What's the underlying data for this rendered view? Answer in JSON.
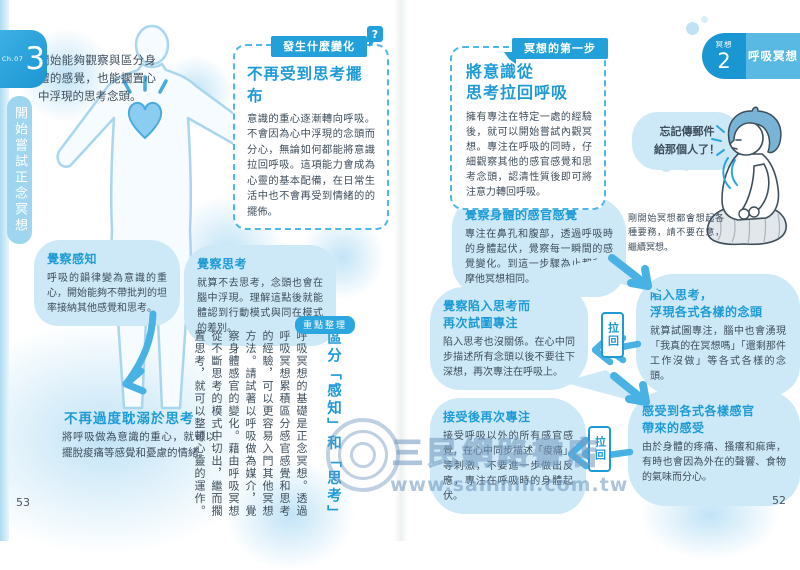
{
  "colors": {
    "primary_blue": "#1e9bd6",
    "pill_blue": "#21a0da",
    "tab_dark_blue": "#1a96d2",
    "tab_light_blue": "#5ab9e3",
    "bubble_blue": "#cde9f7",
    "body_text": "#3e4e5c",
    "arrow_blue": "#49b2e5"
  },
  "left_page": {
    "page_number": "53",
    "chapter_badge": {
      "label": "Ch.07",
      "number": "3"
    },
    "chapter_tab": "開始嘗試正念冥想",
    "annotation": "開始能夠觀察與區分身體的感覺，也能擱置心中浮現的思考念頭。",
    "question_box": {
      "tab": "發生什麼變化",
      "icon": "?",
      "title": "不再受到思考擺布",
      "body": "意識的重心逐漸轉向呼吸。不會因為心中浮現的念頭而分心，無論如何都能將意識拉回呼吸。這項能力會成為心靈的基本配備，在日常生活中也不會再受到情緒的的擺佈。"
    },
    "bubbles": [
      {
        "title": "覺察感知",
        "body": "呼吸的韻律變為意識的重心，開始能夠不帶批判的坦率接納其他感覺和思考。"
      },
      {
        "title": "覺察思考",
        "body": "就算不去思考，念頭也會在腦中浮現。理解這點後就能體認到行動模式與同在模式的差別。"
      }
    ],
    "result_block": {
      "title": "不再過度耽溺於思考",
      "body": "將呼吸做為意識的重心，就可以擺脫痠痛等感覺和憂慮的情緒。"
    },
    "summary": {
      "badge": "重點整理",
      "title": "區分「感知」和「思考」",
      "body": "呼吸冥想的基礎是正念冥想。透過呼吸冥想累積區分感官感覺和思考的經驗，可以更容易入門其他冥想方法。請試著以呼吸做為媒介，覺察身體感官的變化。藉由呼吸冥想從不斷思考的模式中切出，繼而擱置思考，就可以整頓心靈的運作。"
    }
  },
  "right_page": {
    "page_number": "52",
    "section_tab": {
      "category": "冥想",
      "number": "2",
      "title": "呼吸冥想"
    },
    "intro_box": {
      "tab": "冥想的第一步",
      "title": "將意識從\n思考拉回呼吸",
      "body": "擁有專注在特定一處的經驗後，就可以開始嘗試內觀冥想。專注在呼吸的同時，仔細觀察其他的感官感覺和思考念頭，認清性質後即可將注意力轉回呼吸。"
    },
    "thought_bubble": "忘記傳郵件\n給那個人了！",
    "caption": "剛開始冥想都會想起各種要務，請不要在意，繼續冥想。",
    "pull_back_label": "拉回",
    "flow": [
      {
        "title": "覺察身體的感官感覺",
        "body": "專注在鼻孔和腹部，透過呼吸時的身體起伏，覺察每一瞬間的感覺變化。到這一步驟為止都和奢摩他冥想相同。"
      },
      {
        "title": "陷入思考，\n浮現各式各樣的念頭",
        "body": "就算試圖專注，腦中也會湧現「我真的在冥想嗎」「還剩那件工作沒做」等各式各樣的念頭。"
      },
      {
        "title": "覺察陷入思考而\n再次試圖專注",
        "body": "陷入思考也沒關係。在心中同步描述所有念頭以後不要往下深想，再次專注在呼吸上。"
      },
      {
        "title": "感受到各式各樣感官\n帶來的感受",
        "body": "由於身體的疼痛、搔癢和痲痺，有時也會因為外在的聲響、食物的氣味而分心。"
      },
      {
        "title": "接受後再次專注",
        "body": "接受呼吸以外的所有感官感覺，在心中同步描述「痠痛」等刺激，不要進一步做出反應，專注在呼吸時的身體起伏。"
      }
    ]
  },
  "watermark": {
    "store_name": "三民網路書店",
    "url": "www.sanmin.com.tw"
  }
}
